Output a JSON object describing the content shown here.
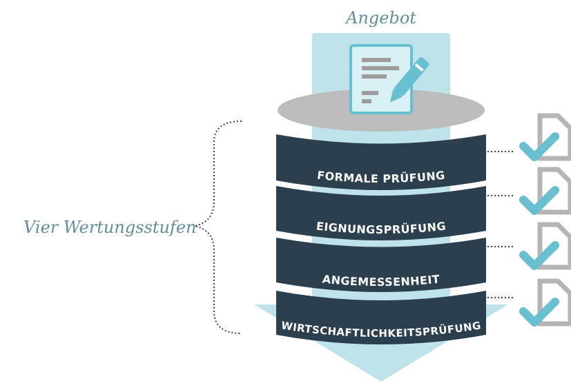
{
  "title": "Angebot",
  "brace_label": "Vier Wertungsstufen",
  "stages": [
    {
      "label": "FORMALE PRÜFUNG"
    },
    {
      "label": "EIGNUNGSPRÜFUNG"
    },
    {
      "label": "ANGEMESSENHEIT"
    },
    {
      "label": "WIRTSCHAFTLICHKEITSPRÜFUNG"
    }
  ],
  "colors": {
    "stage_fill": "#2b3f4f",
    "arrow_fill": "#bfe3ea",
    "ellipse_fill": "#bcbcbc",
    "accent": "#67bfd0",
    "label_text": "#5f8f99",
    "doc_gray": "#9c9c9c",
    "check_gray": "#b5b5b5"
  },
  "icons": {
    "document": "document-pen-icon",
    "checks": [
      "document-check-icon",
      "document-check-icon",
      "document-check-icon",
      "document-check-icon"
    ]
  }
}
